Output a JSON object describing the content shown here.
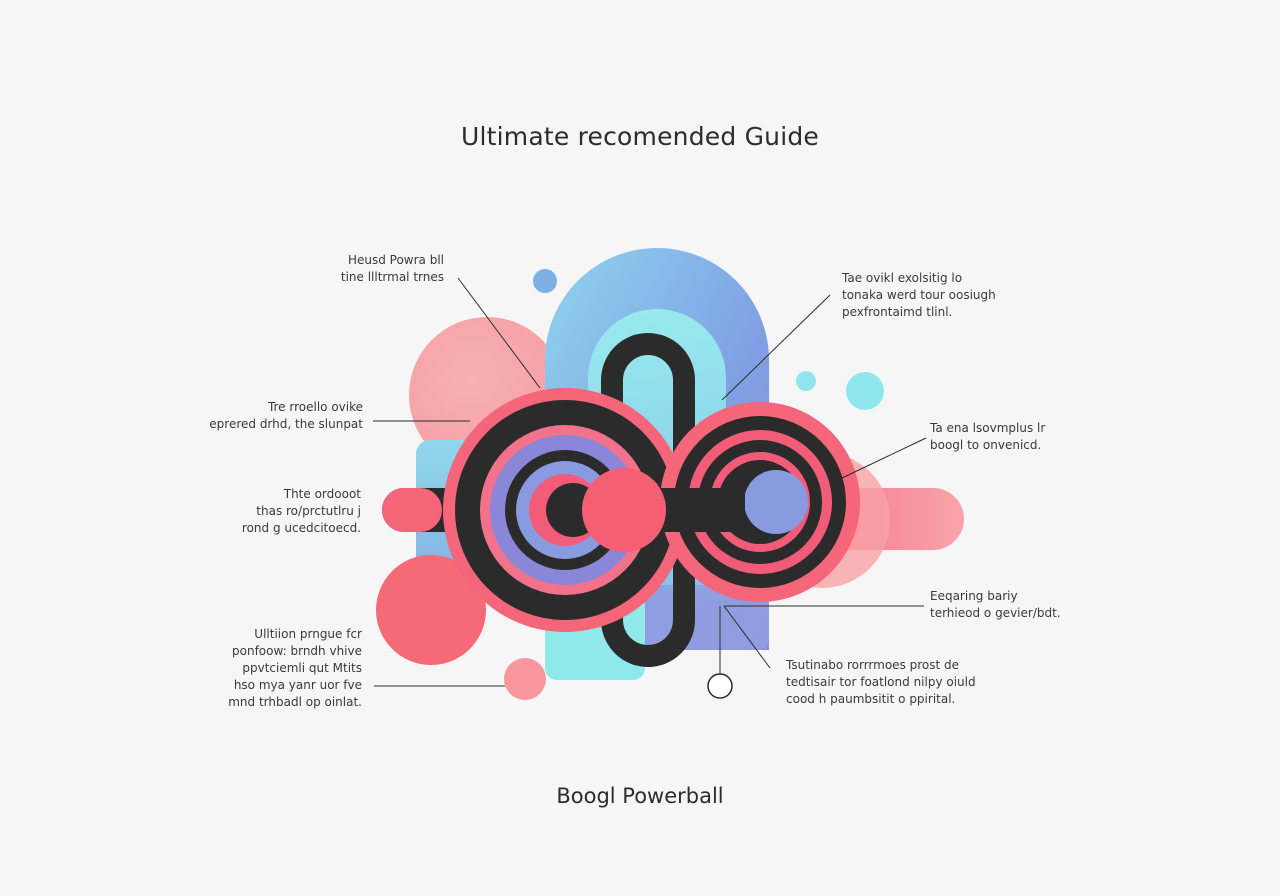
{
  "title": "Ultimate recomended Guide",
  "footer": "Boogl Powerball",
  "colors": {
    "background": "#f6f6f6",
    "coral": "#f4606e",
    "pink_light": "#f8a3a8",
    "blue": "#7fa8e6",
    "cyan": "#8fe6ec",
    "violet": "#8a86d8",
    "dark": "#2b2b2b"
  },
  "annotations": {
    "top_left": [
      "Heusd Powra bll",
      "tine llltrmal trnes"
    ],
    "mid_left": [
      "Tre rroello ovike",
      "eprered drhd, the slunpat"
    ],
    "center_left": [
      "Thte ordooot",
      "thas ro/prctutlru j",
      "rond g ucedcitoecd."
    ],
    "bottom_left": [
      "Ulltiion prngue fcr",
      "ponfoow: brndh vhive",
      "ppvtciemli qut Mtits",
      "hso mya yanr uor fve",
      "mnd trhbadl op oinlat."
    ],
    "top_right": [
      "Tae ovikl exolsitig lo",
      "tonaka werd tour oosiugh",
      "pexfrontaimd tlinl."
    ],
    "mid_right": [
      "Ta ena lsovmplus lr",
      "boogl to onvenicd."
    ],
    "lower_right": [
      "Eeqaring bariy",
      "terhieod o gevier/bdt."
    ],
    "bottom_right": [
      "Tsutinabo rorrrmoes prost de",
      "tedtisair tor foatlond nilpy oiuld",
      "cood h paumbsitit o ppirital."
    ]
  }
}
